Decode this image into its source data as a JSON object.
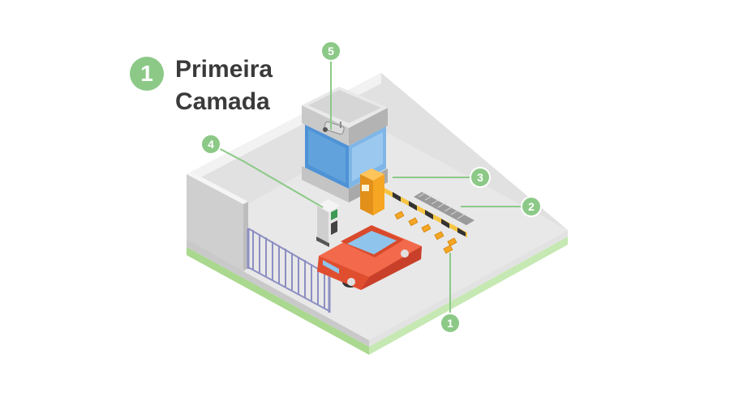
{
  "title": {
    "number": "1",
    "line1": "Primeira",
    "line2": "Camada"
  },
  "callouts": [
    {
      "number": "1",
      "subject": "floor-sensors"
    },
    {
      "number": "2",
      "subject": "drain-grate"
    },
    {
      "number": "3",
      "subject": "barrier-gate"
    },
    {
      "number": "4",
      "subject": "ticket-kiosk"
    },
    {
      "number": "5",
      "subject": "security-camera"
    }
  ],
  "colors": {
    "accent_green": "#8cc987",
    "car": "#f26a4b",
    "barrier": "#f5a623",
    "floor": "#dcdcdc",
    "grass": "#b9e0a5",
    "glass": "#7fb6e6"
  }
}
